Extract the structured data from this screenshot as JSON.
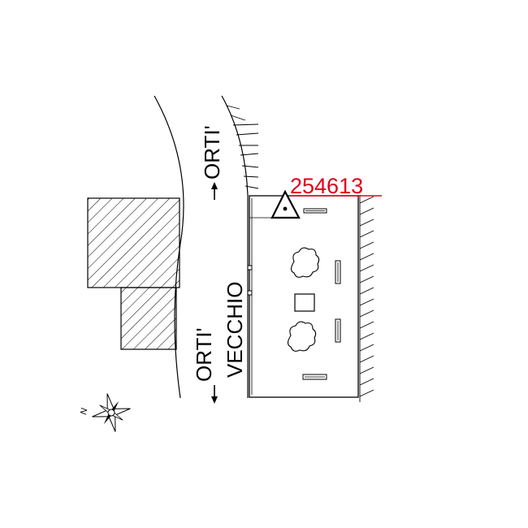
{
  "map": {
    "site_code": "254613",
    "road_label_north": "ORTI'",
    "road_label_south": "ORTI'",
    "road_name": "VECCHIO",
    "compass_letter": "N",
    "colors": {
      "ink": "#000000",
      "site_code": "#e0001a",
      "background": "#ffffff"
    },
    "icons": [
      "warning-triangle-icon",
      "compass-rose-icon",
      "tree-icon"
    ]
  }
}
